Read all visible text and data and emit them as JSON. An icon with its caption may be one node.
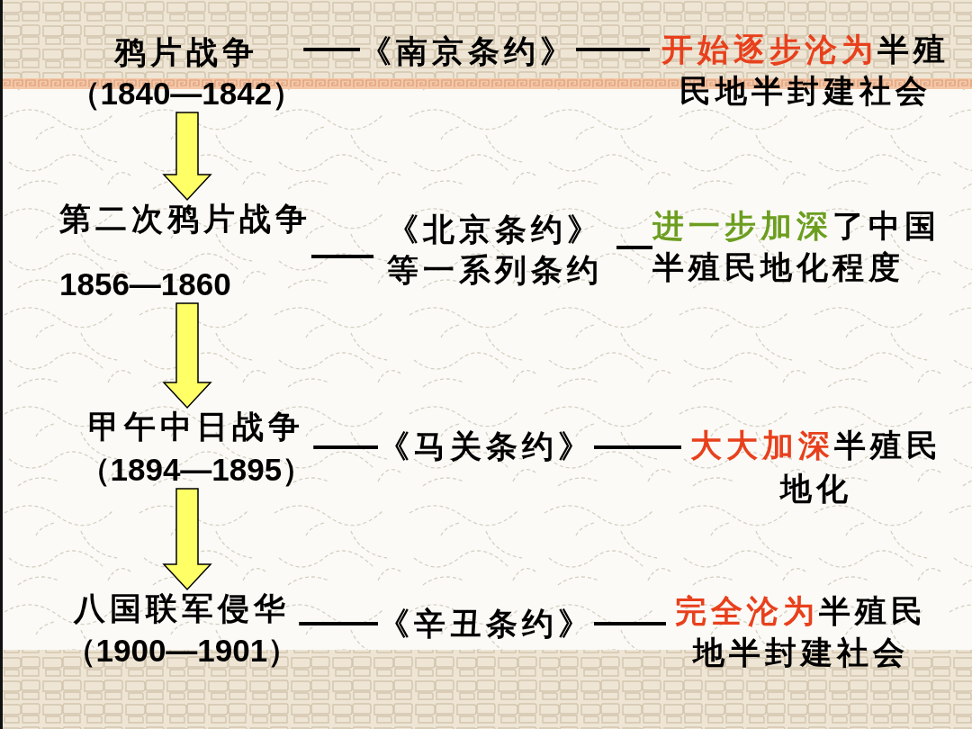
{
  "diagram": {
    "nodes": [
      {
        "text": [
          "鸦片战争",
          "（1840—1842）"
        ]
      },
      {
        "text": [
          "《南京条约》"
        ]
      },
      {
        "text": [
          "**开始逐步沦为**半殖民地半封建社会"
        ]
      },
      {
        "text": [
          "第二次鸦片战争",
          "1856—1860"
        ]
      },
      {
        "text": [
          "《北京条约》等一系列条约"
        ]
      },
      {
        "text": [
          "**进一步加深**了中国半殖民地化程度"
        ]
      },
      {
        "text": [
          "甲午中日战争",
          "（1894—1895）"
        ]
      },
      {
        "text": [
          "《马关条约》"
        ]
      },
      {
        "text": [
          "**大大加深**半殖民地化"
        ]
      },
      {
        "text": [
          "八国联军侵华",
          "（1900—1901）"
        ]
      },
      {
        "text": [
          "《辛丑条约》"
        ]
      },
      {
        "text": [
          "**完全沦为**半殖民地半封建社会"
        ]
      }
    ],
    "edges": [
      {
        "from": 0,
        "to": 1,
        "arrow": "none"
      },
      {
        "from": 1,
        "to": 2,
        "arrow": "none"
      },
      {
        "from": 0,
        "to": 3,
        "arrow": "to",
        "style": "thick",
        "color": "#ffff66"
      },
      {
        "from": 3,
        "to": 4,
        "arrow": "none"
      },
      {
        "from": 4,
        "to": 5,
        "arrow": "none"
      },
      {
        "from": 3,
        "to": 6,
        "arrow": "to",
        "style": "thick",
        "color": "#ffff66"
      },
      {
        "from": 6,
        "to": 7,
        "arrow": "none"
      },
      {
        "from": 7,
        "to": 8,
        "arrow": "none"
      },
      {
        "from": 6,
        "to": 9,
        "arrow": "to",
        "style": "thick",
        "color": "#ffff66"
      },
      {
        "from": 9,
        "to": 10,
        "arrow": "none"
      },
      {
        "from": 10,
        "to": 11,
        "arrow": "none"
      }
    ]
  }
}
